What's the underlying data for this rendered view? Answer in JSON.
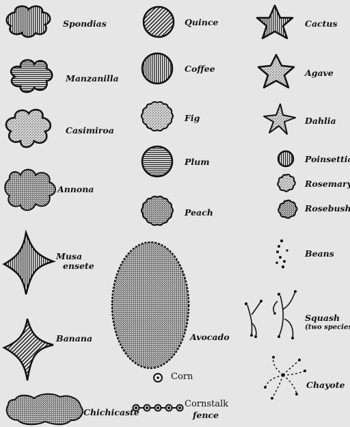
{
  "colors": {
    "background": "#e6e6e6",
    "ink": "#111111",
    "stipple": "#bdbdbd"
  },
  "legend": {
    "spondias": "Spondias",
    "manzanilla": "Manzanilla",
    "casimiroa": "Casimiroa",
    "annona": "Annona",
    "musa_line1": "Musa",
    "musa_line2": "ensete",
    "banana": "Banana",
    "chichicaste": "Chichicaste",
    "quince": "Quince",
    "coffee": "Coffee",
    "fig": "Fig",
    "plum": "Plum",
    "peach": "Peach",
    "avocado": "Avocado",
    "corn": "Corn",
    "cornstalk_line1": "Cornstalk",
    "cornstalk_line2": "fence",
    "cactus": "Cactus",
    "agave": "Agave",
    "dahlia": "Dahlia",
    "poinsettia": "Poinsettia",
    "rosemary": "Rosemary",
    "rosebush": "Rosebush",
    "beans": "Beans",
    "squash_line1": "Squash",
    "squash_line2": "(two species)",
    "chayote": "Chayote"
  }
}
